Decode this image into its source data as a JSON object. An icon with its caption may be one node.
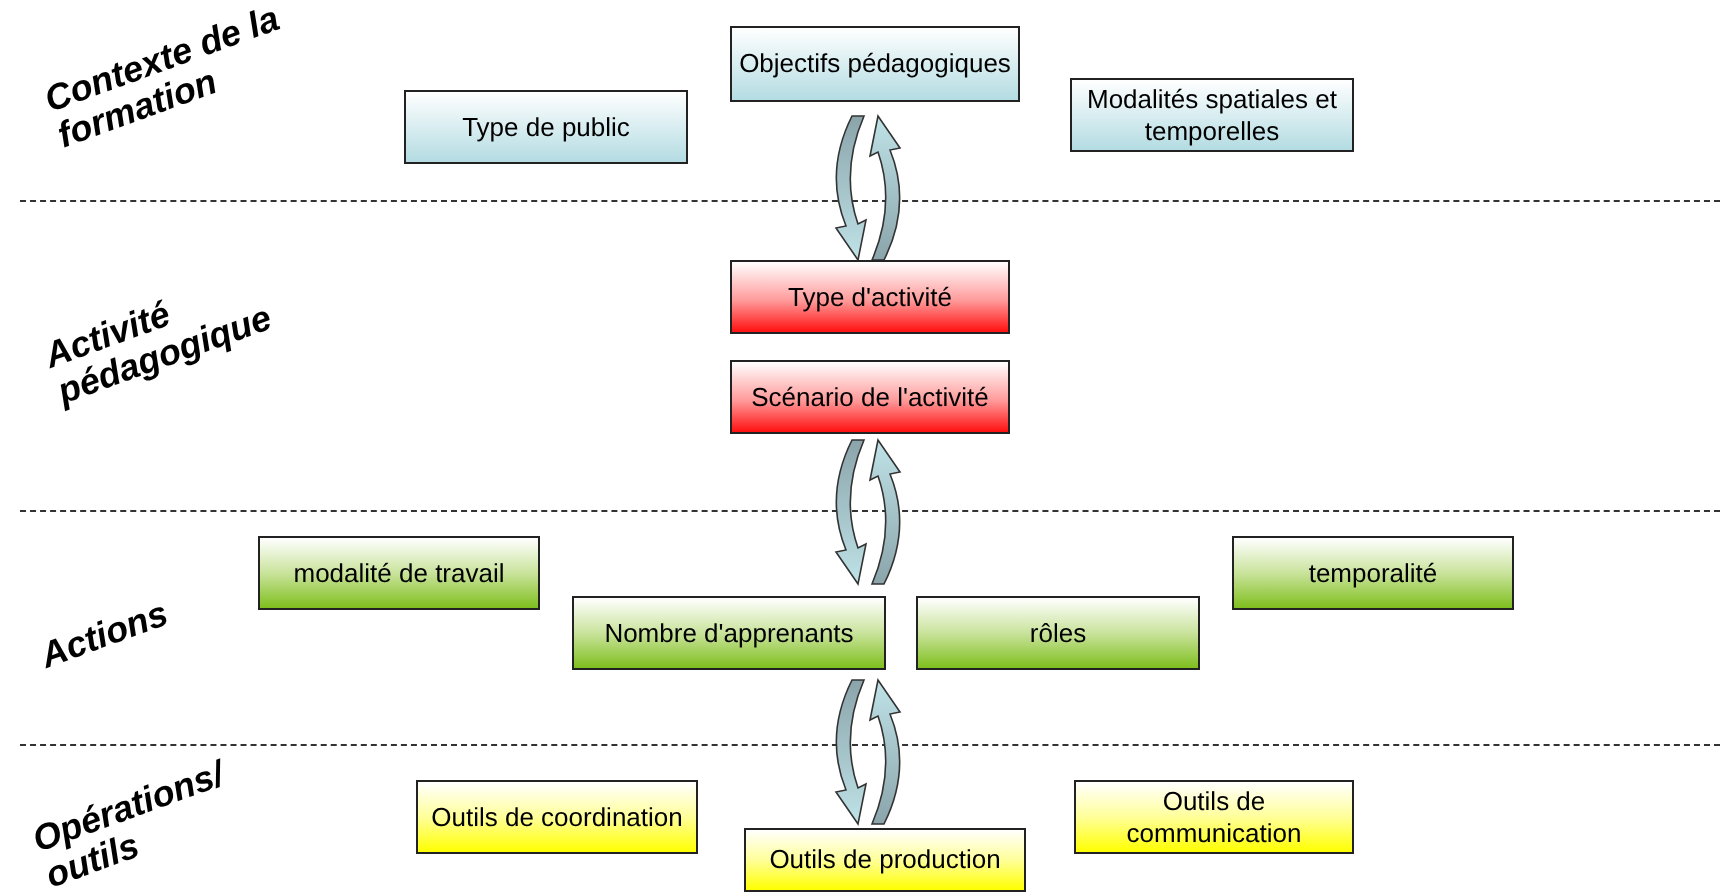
{
  "diagram": {
    "nodes": [
      {
        "text": [
          "Objectifs pédagogiques"
        ]
      },
      {
        "text": [
          "Type de public"
        ]
      },
      {
        "text": [
          "Modalités spatiales et temporelles"
        ]
      },
      {
        "text": [
          "Type d'activité"
        ]
      },
      {
        "text": [
          "Scénario de l'activité"
        ]
      },
      {
        "text": [
          "modalité de travail"
        ]
      },
      {
        "text": [
          "temporalité"
        ]
      },
      {
        "text": [
          "Nombre d'apprenants"
        ]
      },
      {
        "text": [
          "rôles"
        ]
      },
      {
        "text": [
          "Outils de coordination"
        ]
      },
      {
        "text": [
          "Outils de communication"
        ]
      },
      {
        "text": [
          "Outils de production"
        ]
      }
    ],
    "labels": [
      "Contexte de la formation",
      "Activité pédagogique",
      "Actions",
      "Opérations/ outils"
    ]
  }
}
